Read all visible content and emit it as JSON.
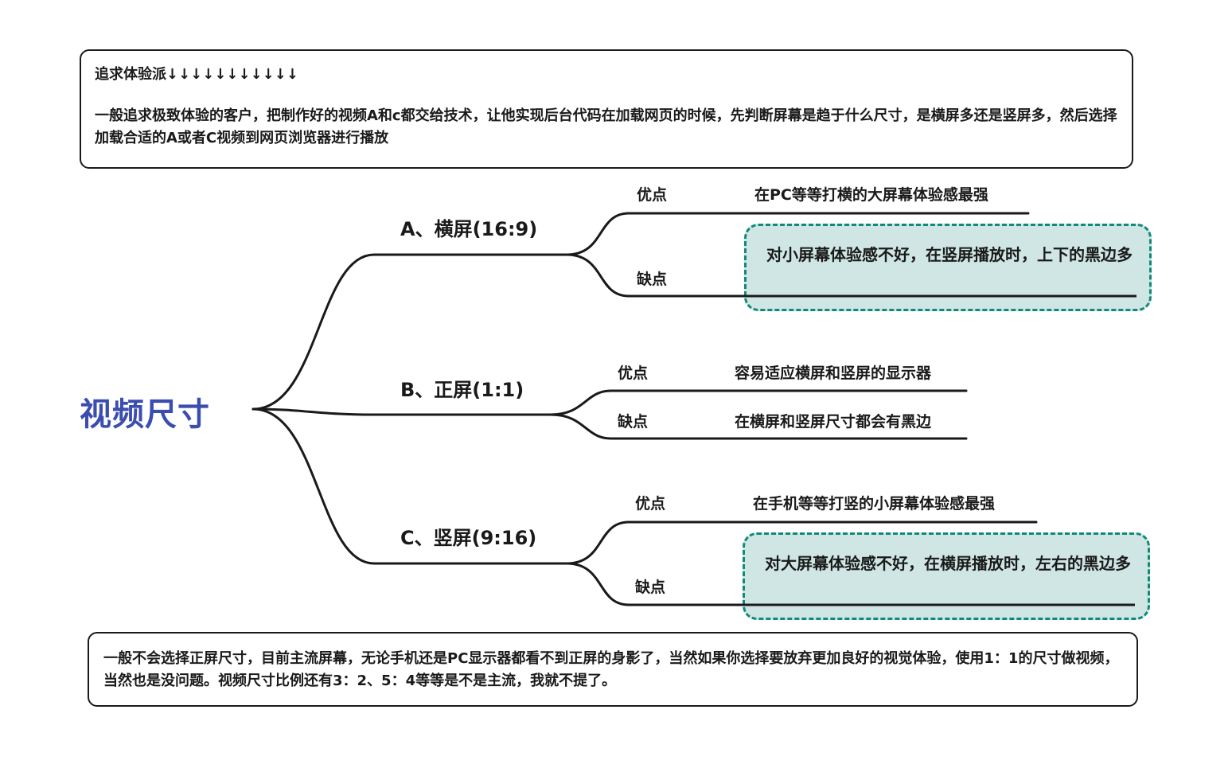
{
  "top_note": {
    "title": "追求体验派↓↓↓↓↓↓↓↓↓↓↓",
    "body": "一般追求极致体验的客户，把制作好的视频A和c都交给技术，让他实现后台代码在加载网页的时候，先判断屏幕是趋于什么尺寸，是横屏多还是竖屏多，然后选择加载合适的A或者C视频到网页浏览器进行播放"
  },
  "root": {
    "label": "视频尺寸",
    "color": "#3a4db0"
  },
  "branches": [
    {
      "label": "A、横屏(16:9)",
      "pros_label": "优点",
      "pros": "在PC等等打横的大屏幕体验感最强",
      "cons_label": "缺点",
      "cons": "对小屏幕体验感不好，在竖屏播放时，上下的黑边多",
      "cons_highlighted": true
    },
    {
      "label": "B、正屏(1:1)",
      "pros_label": "优点",
      "pros": "容易适应横屏和竖屏的显示器",
      "cons_label": "缺点",
      "cons": "在横屏和竖屏尺寸都会有黑边",
      "cons_highlighted": false
    },
    {
      "label": "C、竖屏(9:16)",
      "pros_label": "优点",
      "pros": "在手机等等打竖的小屏幕体验感最强",
      "cons_label": "缺点",
      "cons": "对大屏幕体验感不好，在横屏播放时，左右的黑边多",
      "cons_highlighted": true
    }
  ],
  "bottom_note": {
    "body": "一般不会选择正屏尺寸，目前主流屏幕，无论手机还是PC显示器都看不到正屏的身影了，当然如果你选择要放弃更加良好的视觉体验，使用1：1的尺寸做视频，当然也是没问题。视频尺寸比例还有3：2、5：4等等是不是主流，我就不提了。"
  },
  "colors": {
    "callout_fill": "#cfe6e5",
    "callout_border": "#0f8a78",
    "line": "#1a1a1a"
  }
}
